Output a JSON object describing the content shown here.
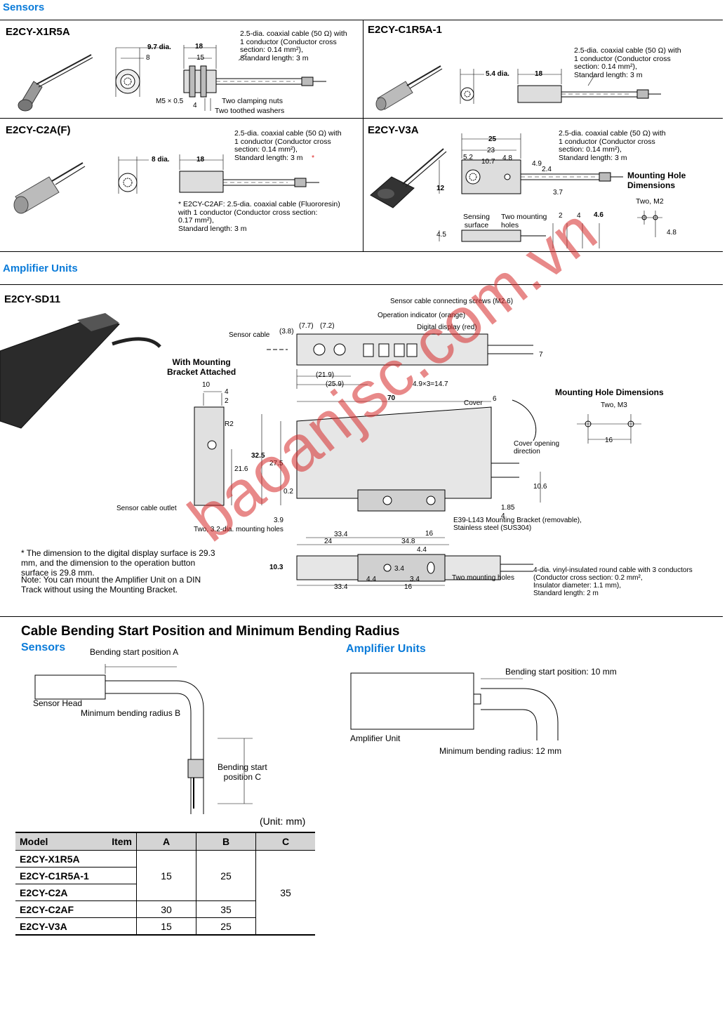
{
  "sections": {
    "sensors": "Sensors",
    "amplifier_units": "Amplifier Units",
    "cable_bending": "Cable Bending Start Position and Minimum Bending Radius",
    "bend_sensors": "Sensors",
    "bend_amplifier": "Amplifier Units"
  },
  "x1r5a": {
    "model": "E2CY-X1R5A",
    "cable_note": "2.5-dia. coaxial cable (50 Ω) with\n1 conductor (Conductor cross\nsection: 0.14 mm²),\nStandard length: 3 m",
    "dims": {
      "d97": "9.7 dia.",
      "d8": "8",
      "d18": "18",
      "d15": "15",
      "m5": "M5 × 0.5",
      "d4": "4"
    },
    "nuts": "Two clamping nuts",
    "washers": "Two toothed washers"
  },
  "c1r5a": {
    "model": "E2CY-C1R5A-1",
    "cable_note": "2.5-dia. coaxial cable (50 Ω) with\n1 conductor (Conductor cross\nsection: 0.14 mm²),\nStandard length: 3 m",
    "dims": {
      "d54": "5.4 dia.",
      "d18": "18"
    }
  },
  "c2a": {
    "model": "E2CY-C2A(F)",
    "cable_note": "2.5-dia. coaxial cable (50 Ω) with\n1 conductor (Conductor cross\nsection: 0.14 mm²),\nStandard length: 3 m",
    "asterisk": "*",
    "c2af_note": "* E2CY-C2AF: 2.5-dia. coaxial cable (Fluororesin)\n  with 1 conductor (Conductor cross section:\n  0.17 mm²),\n  Standard length: 3 m",
    "dims": {
      "d8": "8 dia.",
      "d18": "18"
    }
  },
  "v3a": {
    "model": "E2CY-V3A",
    "cable_note": "2.5-dia. coaxial cable (50 Ω) with\n1 conductor (Conductor cross\nsection: 0.14 mm²),\nStandard length: 3 m",
    "mounting_title": "Mounting Hole\nDimensions",
    "two_m2": "Two, M2",
    "sensing": "Sensing\nsurface",
    "holes": "Two mounting\nholes",
    "dims": {
      "d25": "25",
      "d23": "23",
      "d52": "5.2",
      "d107": "10.7",
      "d48": "4.8",
      "d49": "4.9",
      "d24": "2.4",
      "d12": "12",
      "d37": "3.7",
      "d2": "2",
      "d4": "4",
      "d46": "4.6",
      "d45": "4.5",
      "d48b": "4.8"
    }
  },
  "sd11": {
    "model": "E2CY-SD11",
    "with_bracket": "With Mounting\nBracket Attached",
    "screws": "Sensor cable connecting screws (M2.6)",
    "indicator": "Operation indicator (orange)",
    "display": "Digital display (red)",
    "sensor_cable": "Sensor cable",
    "cover": "Cover",
    "cover_dir": "Cover opening\ndirection",
    "mh_title": "Mounting Hole Dimensions",
    "two_m3": "Two, M3",
    "r2": "R2",
    "outlet": "Sensor cable outlet",
    "two_holes_32": "Two, 3.2-dia. mounting holes",
    "bracket": "E39-L143 Mounting Bracket (removable),\nStainless steel (SUS304)",
    "cable4": "4-dia. vinyl-insulated round cable with 3 conductors\n(Conductor cross section: 0.2 mm²,\nInsulator diameter: 1.1 mm),\nStandard length: 2 m",
    "two_mh": "Two mounting holes",
    "footnote": "* The dimension to the digital display surface is 29.3\n   mm, and the dimension to the operation button\n   surface is 29.8 mm.",
    "note": "Note:  You can mount the Amplifier Unit on a DIN\n          Track without using the Mounting Bracket.",
    "dims": {
      "d38": "(3.8)",
      "d77": "(7.7)",
      "d72": "(7.2)",
      "d219": "(21.9)",
      "d259": "(25.9)",
      "d49x3": "4.9×3=14.7",
      "d7": "7",
      "d10": "10",
      "d4": "4",
      "d2": "2",
      "d216": "21.6",
      "d70": "70",
      "d6": "6",
      "d325": "32.5",
      "d275": "27.5",
      "d02": "0.2",
      "d39": "3.9",
      "d106": "10.6",
      "d185": "1.85",
      "d4b": "4",
      "d334": "33.4",
      "d24": "24",
      "d16": "16",
      "d348": "34.8",
      "d44": "4.4",
      "d103": "10.3",
      "d34": "3.4",
      "d44b": "4.4",
      "d34b": "3.4",
      "d334b": "33.4",
      "d16b": "16",
      "d16c": "16"
    }
  },
  "bending": {
    "pos_a": "Bending start position A",
    "sensor_head": "Sensor Head",
    "radius_b": "Minimum bending radius B",
    "pos_c": "Bending start\nposition C",
    "amp_pos": "Bending start position: 10 mm",
    "amp_unit": "Amplifier Unit",
    "amp_radius": "Minimum bending radius: 12 mm"
  },
  "table": {
    "unit": "(Unit: mm)",
    "h_model": "Model",
    "h_item": "Item",
    "h_a": "A",
    "h_b": "B",
    "h_c": "C",
    "rows": [
      {
        "model": "E2CY-X1R5A"
      },
      {
        "model": "E2CY-C1R5A-1"
      },
      {
        "model": "E2CY-C2A"
      },
      {
        "model": "E2CY-C2AF",
        "a": "30",
        "b": "35"
      },
      {
        "model": "E2CY-V3A",
        "a": "15",
        "b": "25"
      }
    ],
    "group_a": "15",
    "group_b": "25",
    "group_c": "35"
  },
  "watermark": "baoanjsc.com.vn"
}
